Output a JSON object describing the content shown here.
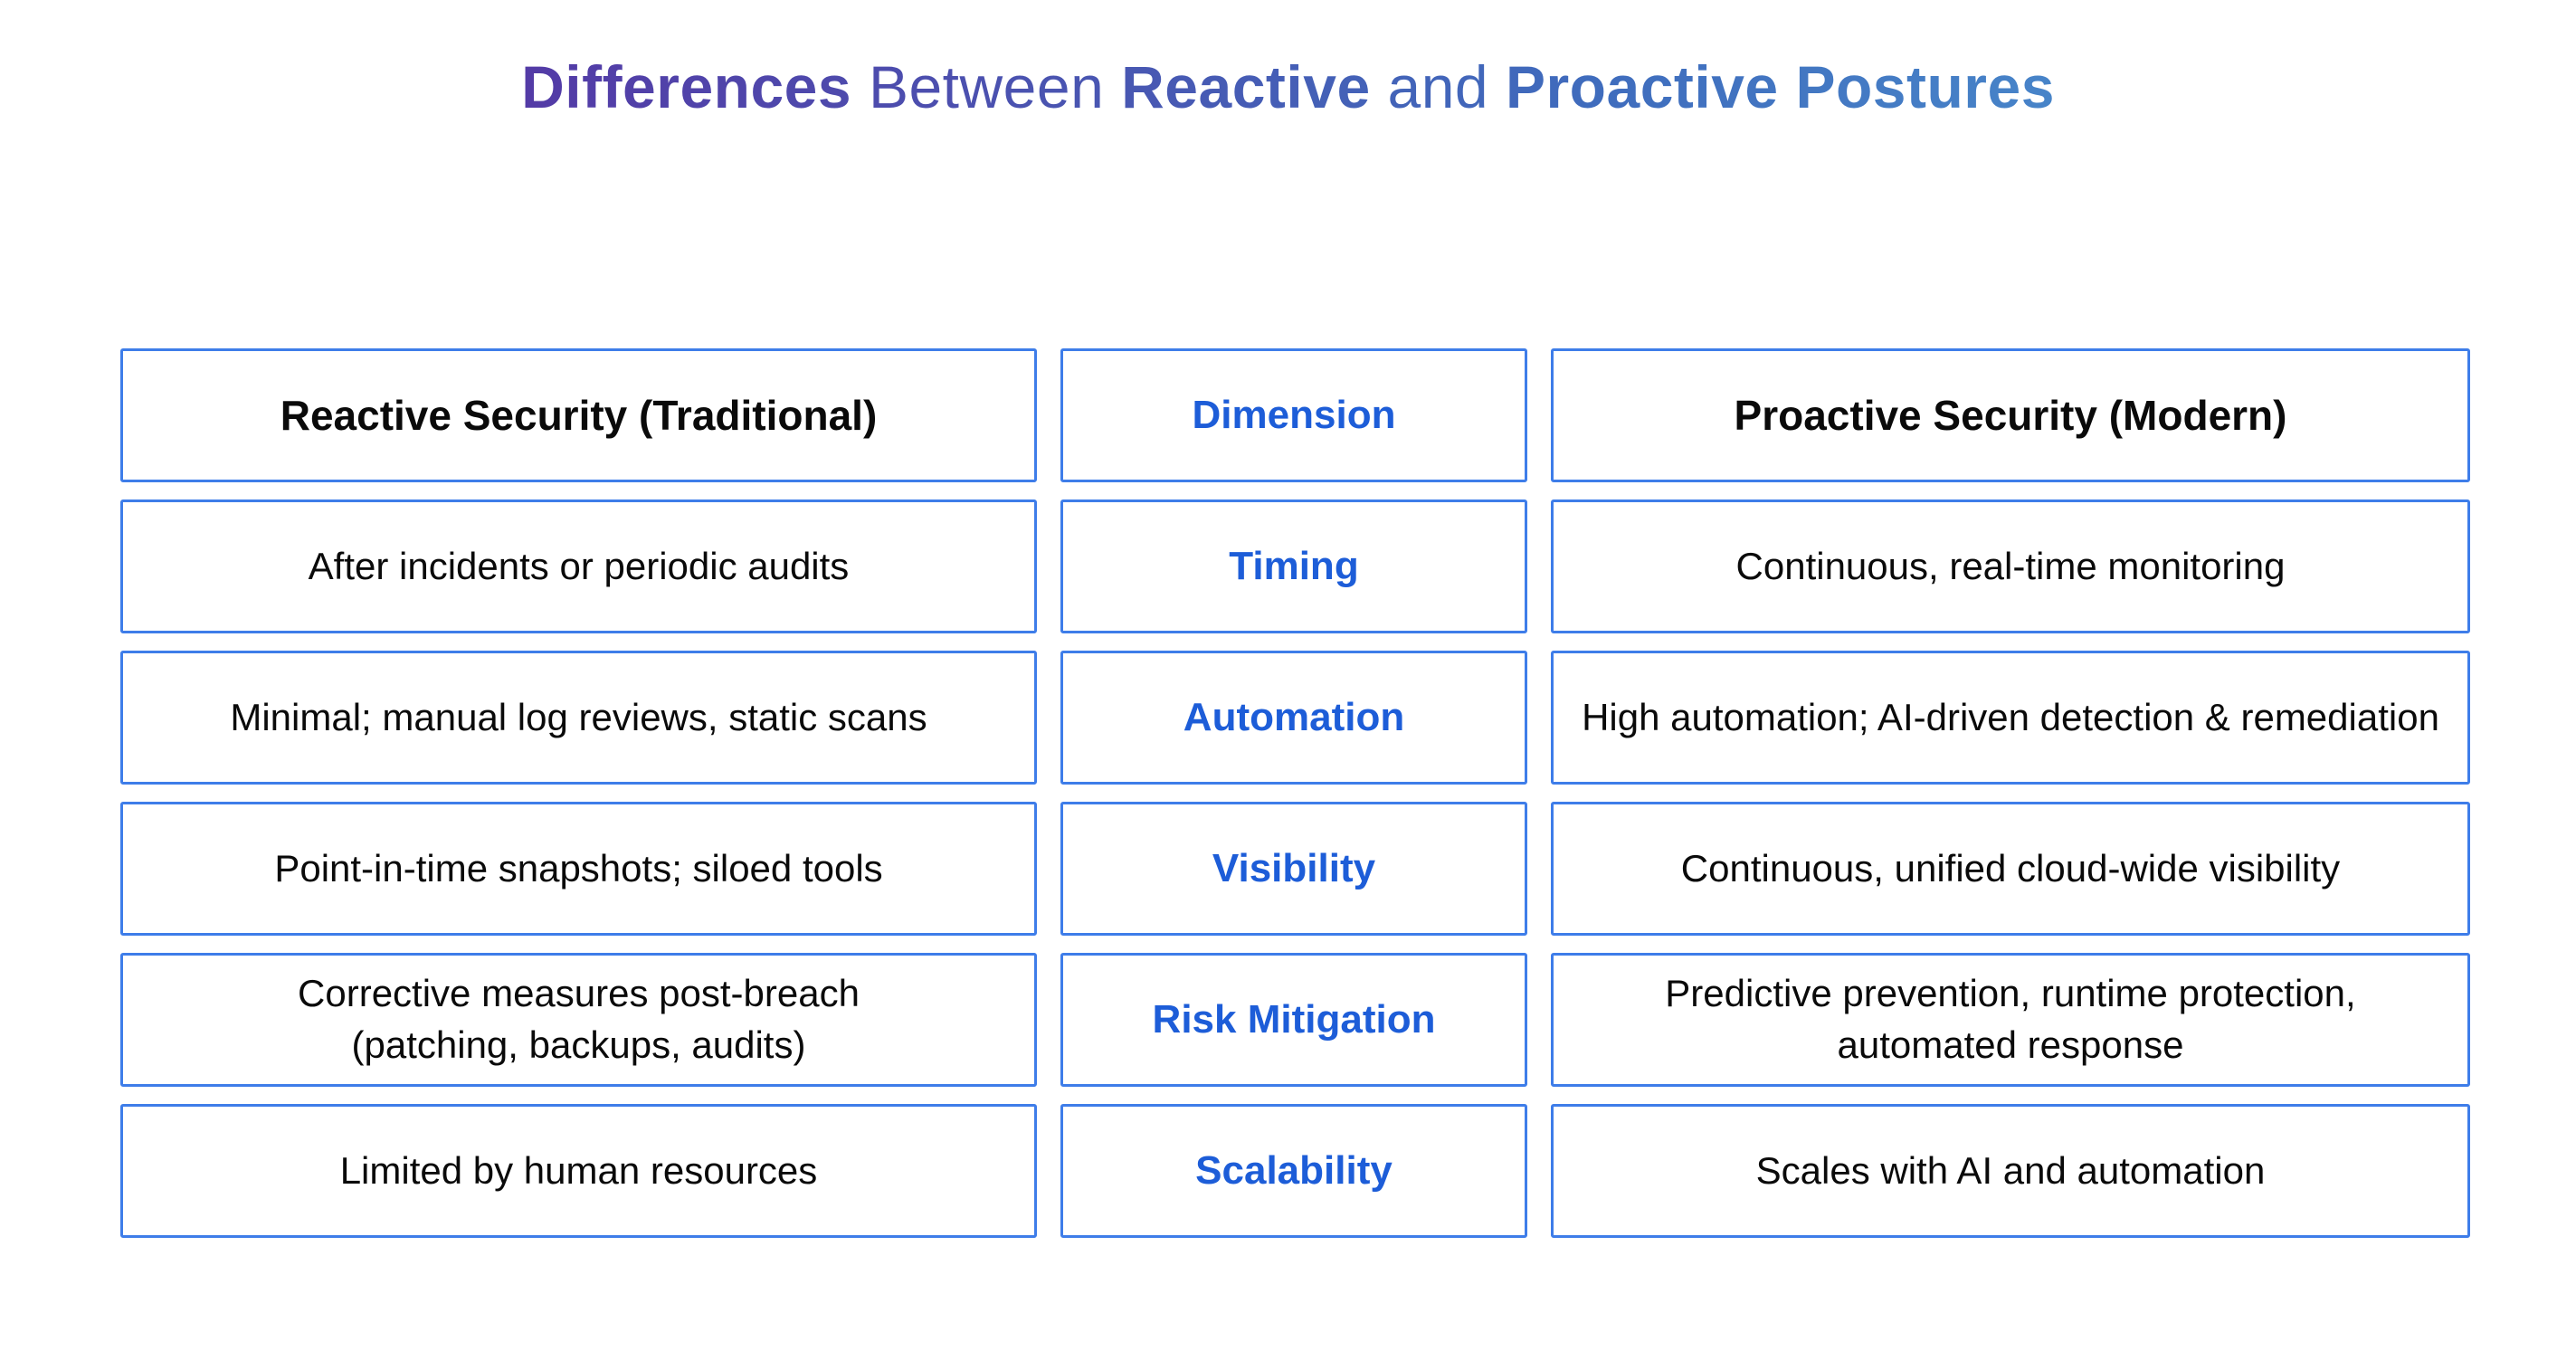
{
  "title": {
    "segments": [
      {
        "text": "Differences",
        "bold": true
      },
      {
        "text": "Between",
        "bold": false
      },
      {
        "text": "Reactive",
        "bold": true
      },
      {
        "text": "and",
        "bold": false
      },
      {
        "text": "Proactive Postures",
        "bold": true
      }
    ],
    "gradient_start": "#5633a3",
    "gradient_end": "#4b8fce"
  },
  "table": {
    "columns": [
      "Reactive Security (Traditional)",
      "Dimension",
      "Proactive Security (Modern)"
    ],
    "rows": [
      {
        "reactive": "After incidents or periodic audits",
        "dimension": "Timing",
        "proactive": "Continuous, real-time monitoring"
      },
      {
        "reactive": "Minimal; manual log reviews, static scans",
        "dimension": "Automation",
        "proactive": "High automation; AI-driven detection & remediation"
      },
      {
        "reactive": "Point-in-time snapshots; siloed tools",
        "dimension": "Visibility",
        "proactive": "Continuous, unified cloud-wide visibility"
      },
      {
        "reactive": "Corrective measures post-breach (patching, backups, audits)",
        "dimension": "Risk Mitigation",
        "proactive": "Predictive prevention, runtime protection, automated response"
      },
      {
        "reactive": "Limited by human resources",
        "dimension": "Scalability",
        "proactive": "Scales with AI and automation"
      }
    ],
    "colors": {
      "border": "#3e7de9",
      "dimension_text": "#1d5dd8",
      "body_text": "#0a0a0a"
    }
  }
}
